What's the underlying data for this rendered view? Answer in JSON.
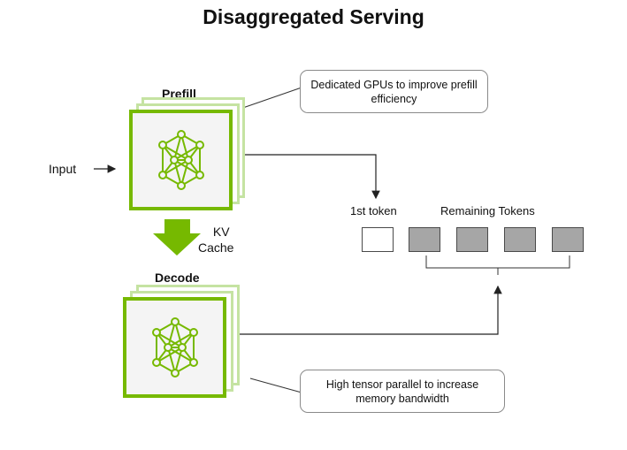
{
  "title": "Disaggregated Serving",
  "prefill": {
    "label": "Prefill",
    "callout": "Dedicated GPUs to improve prefill efficiency",
    "icon": "neural-network-icon"
  },
  "decode": {
    "label": "Decode",
    "callout": "High tensor parallel to increase memory bandwidth",
    "icon": "neural-network-icon"
  },
  "input_label": "Input",
  "kv_cache": {
    "line1": "KV",
    "line2": "Cache"
  },
  "tokens": {
    "first_label": "1st token",
    "remaining_label": "Remaining Tokens",
    "remaining_count": 4
  },
  "colors": {
    "accent_green": "#76b900",
    "light_green": "#c5e3a2",
    "token_gray": "#a6a6a6"
  }
}
